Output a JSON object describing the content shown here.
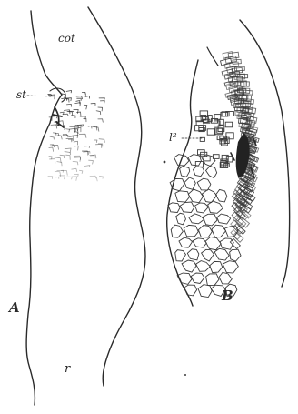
{
  "figure": {
    "panels": [
      {
        "id": "A",
        "label": "A",
        "annotations": {
          "cot": "cot",
          "st": "st",
          "r": "r"
        }
      },
      {
        "id": "B",
        "label": "B",
        "annotations": {
          "l2": "l²"
        }
      }
    ],
    "ink_color": "#2a2a2a",
    "background": "#ffffff"
  }
}
